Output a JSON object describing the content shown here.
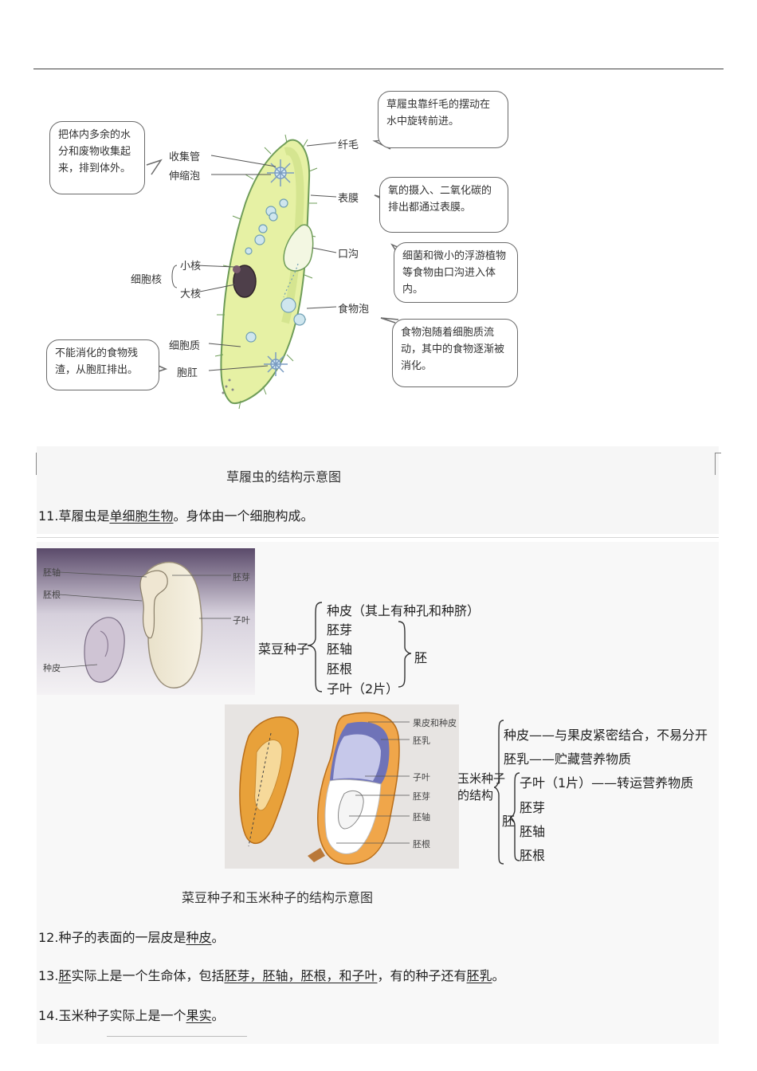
{
  "paramecium": {
    "bubbles": {
      "expel": "把体内多余的水分和废物收集起来，排到体外。",
      "cilia": "草履虫靠纤毛的摆动在水中旋转前进。",
      "membrane": "氧的摄入、二氧化碳的排出都通过表膜。",
      "groove": "细菌和微小的浮游植物等食物由口沟进入体内。",
      "undigested": "不能消化的食物残渣，从胞肛排出。",
      "vacuole": "食物泡随着细胞质流动，其中的食物逐渐被消化。"
    },
    "labels": {
      "collecting_tube": "收集管",
      "contractile_vacuole": "伸缩泡",
      "cilia": "纤毛",
      "membrane": "表膜",
      "oral_groove": "口沟",
      "nucleus": "细胞核",
      "micronucleus": "小核",
      "macronucleus": "大核",
      "food_vacuole": "食物泡",
      "cytoplasm": "细胞质",
      "anal_pore": "胞肛"
    },
    "caption": "草履虫的结构示意图"
  },
  "item11": {
    "num": "11.",
    "pre": "草履虫是",
    "u1": "单细胞生物",
    "post": "。身体由一个细胞构成。"
  },
  "bean": {
    "labels": {
      "axis": "胚轴",
      "root": "胚根",
      "coat": "种皮",
      "bud": "胚芽",
      "cotyledon": "子叶"
    },
    "tree": {
      "root": "菜豆种子",
      "coat": "种皮（其上有种孔和种脐）",
      "bud": "胚芽",
      "axis": "胚轴",
      "radicle": "胚根",
      "cotyledon": "子叶（2片）",
      "embryo": "胚"
    }
  },
  "corn": {
    "labels": {
      "pericarp": "果皮和种皮",
      "endosperm": "胚乳",
      "cotyledon": "子叶",
      "bud": "胚芽",
      "axis": "胚轴",
      "root": "胚根"
    },
    "tree": {
      "root_line1": "玉米种子",
      "root_line2": "的结构",
      "coat": "种皮——与果皮紧密结合，不易分开",
      "endosperm": "胚乳——贮藏营养物质",
      "embryo": "胚",
      "cotyledon": "子叶（1片）——转运营养物质",
      "bud": "胚芽",
      "axis": "胚轴",
      "radicle": "胚根"
    },
    "caption": "菜豆种子和玉米种子的结构示意图"
  },
  "item12": {
    "num": "12.",
    "pre": "种子的表面的一层皮是",
    "u1": "种皮",
    "post": "。"
  },
  "item13": {
    "num": "13.",
    "u0": "胚",
    "pre": "实际上是一个生命体，包括",
    "u1": "胚芽，胚轴，胚根，和子叶",
    "mid": "，有的种子还有",
    "u2": "胚乳",
    "post": "。"
  },
  "item14": {
    "num": "14.",
    "pre": "玉米种子实际上是一个",
    "u1": "果实",
    "post": "。"
  }
}
